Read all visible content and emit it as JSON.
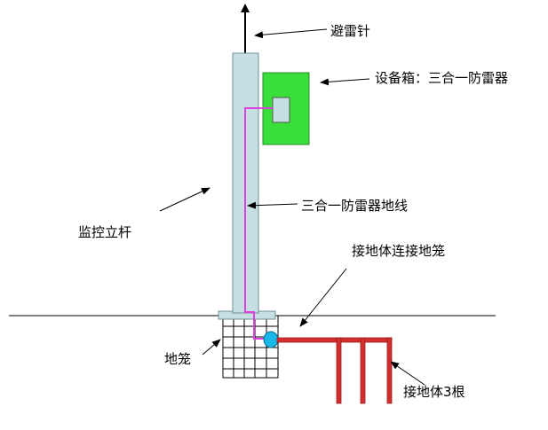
{
  "labels": {
    "lightning_rod": "避雷针",
    "equipment_box": "设备箱：三合一防雷器",
    "surge_ground_wire": "三合一防雷器地线",
    "monitoring_pole": "监控立杆",
    "ground_body_to_cage": "接地体连接地笼",
    "ground_cage": "地笼",
    "ground_rods": "接地体3根"
  },
  "colors": {
    "pole_fill": "#c5dfe3",
    "pole_stroke": "#6f8f95",
    "box_fill": "#3ade3a",
    "ground_wire": "#e040e0",
    "connector": "#19b6e8",
    "ground_rods": "#d32d2d",
    "line": "#000000"
  }
}
